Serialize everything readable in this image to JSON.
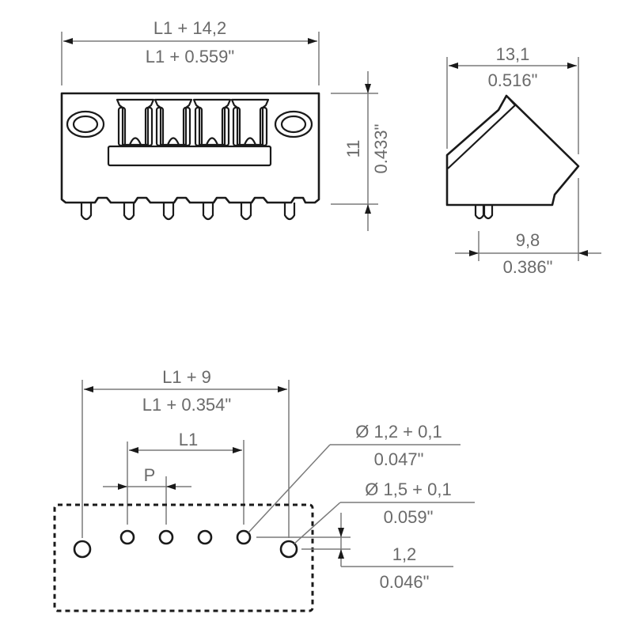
{
  "drawing": {
    "front_view": {
      "width_dimension": {
        "metric": "L1 + 14,2",
        "imperial": "L1 + 0.559\""
      },
      "height_dimension": {
        "metric": "11",
        "imperial": "0.433\""
      },
      "pole_count": 4,
      "solder_pin_count": 6
    },
    "side_view": {
      "depth_dimension": {
        "metric": "13,1",
        "imperial": "0.516\""
      },
      "pin_offset_dimension": {
        "metric": "9,8",
        "imperial": "0.386\""
      }
    },
    "pcb_layout": {
      "overall_dimension": {
        "metric": "L1 + 9",
        "imperial": "L1 + 0.354\""
      },
      "pitch_span": {
        "label": "L1"
      },
      "pitch": {
        "label": "P"
      },
      "signal_hole": {
        "metric": "Ø 1,2 + 0,1",
        "imperial": "0.047\""
      },
      "fixing_hole": {
        "metric": "Ø 1,5 + 0,1",
        "imperial": "0.059\""
      },
      "hole_offset": {
        "metric": "1,2",
        "imperial": "0.046\""
      },
      "hole_count": 6
    }
  },
  "colors": {
    "line": "#1a1a1a",
    "dimension_line": "#7a7a7a",
    "dimension_text": "#6a6a6a",
    "background": "#ffffff"
  }
}
